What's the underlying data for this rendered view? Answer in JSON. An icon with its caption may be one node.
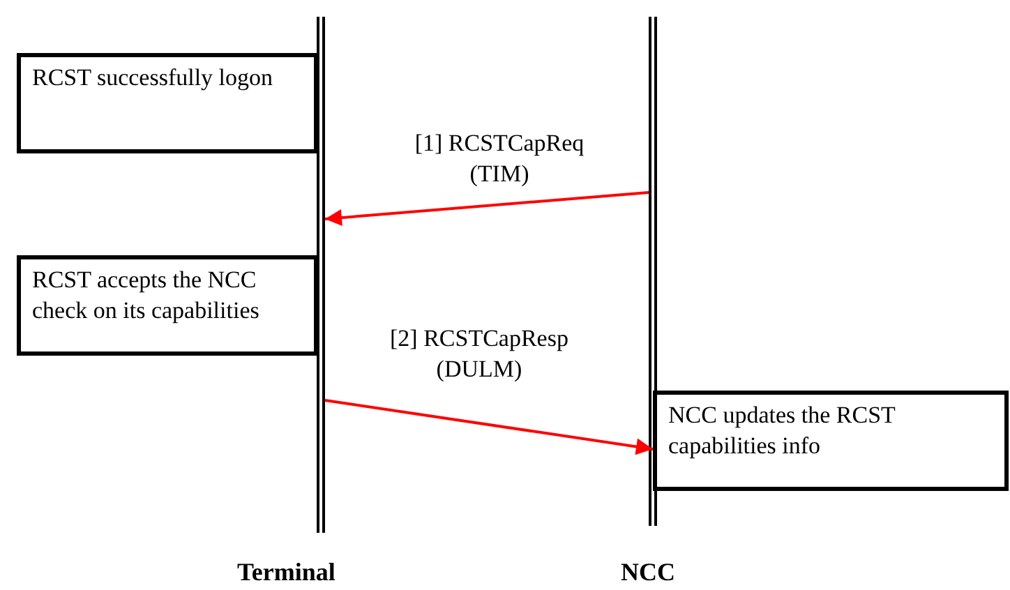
{
  "diagram": {
    "nodes": [
      {
        "text": [
          "RCST successfully logon"
        ]
      },
      {
        "text": [
          "RCST accepts the NCC check on its capabilities"
        ]
      },
      {
        "text": [
          "NCC updates the RCST capabilities info"
        ]
      },
      {
        "text": [
          "Terminal"
        ]
      },
      {
        "text": [
          "NCC"
        ]
      }
    ],
    "edges": [
      {
        "from": 4,
        "to": 3,
        "arrow": "to",
        "label": "[1] RCSTCapReq (TIM)"
      },
      {
        "from": 3,
        "to": 2,
        "arrow": "to",
        "label": "[2] RCSTCapResp (DULM)"
      }
    ]
  }
}
